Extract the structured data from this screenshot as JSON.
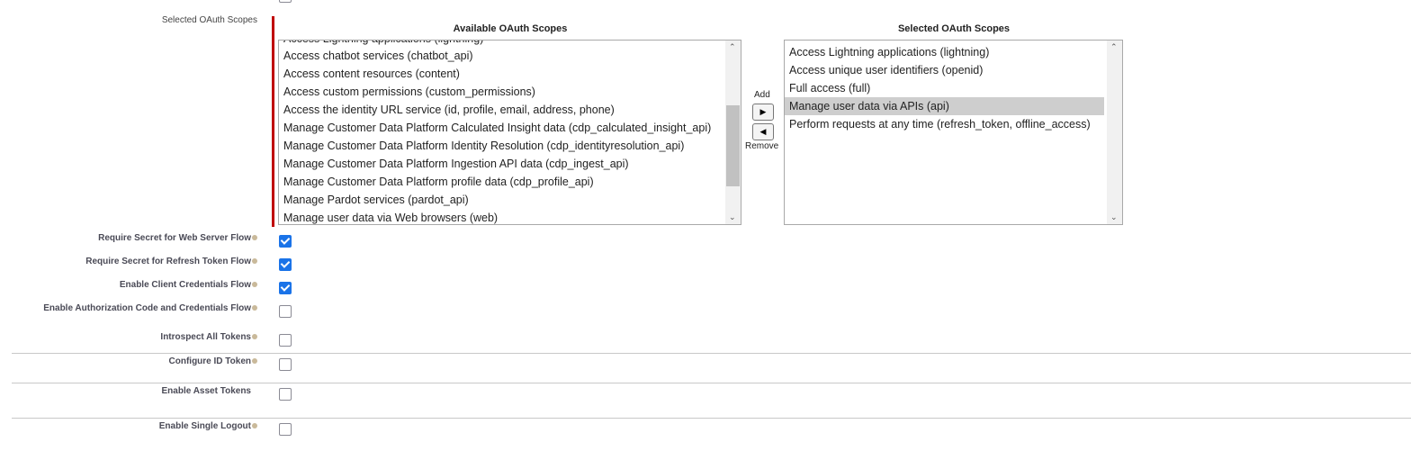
{
  "scopes": {
    "field_label": "Selected OAuth Scopes",
    "available_header": "Available OAuth Scopes",
    "selected_header": "Selected OAuth Scopes",
    "available": [
      "Access chatbot services (chatbot_api)",
      "Access content resources (content)",
      "Access custom permissions (custom_permissions)",
      "Access the identity URL service (id, profile, email, address, phone)",
      "Manage Customer Data Platform Calculated Insight data (cdp_calculated_insight_api)",
      "Manage Customer Data Platform Identity Resolution (cdp_identityresolution_api)",
      "Manage Customer Data Platform Ingestion API data (cdp_ingest_api)",
      "Manage Customer Data Platform profile data (cdp_profile_api)",
      "Manage Pardot services (pardot_api)",
      "Manage user data via Web browsers (web)"
    ],
    "selected": [
      "Access Lightning applications (lightning)",
      "Access unique user identifiers (openid)",
      "Full access (full)",
      "Manage user data via APIs (api)",
      "Perform requests at any time (refresh_token, offline_access)"
    ],
    "highlighted_selected": "Manage user data via APIs (api)",
    "add_label": "Add",
    "remove_label": "Remove"
  },
  "options": [
    {
      "label": "Require Secret for Web Server Flow",
      "checked": true,
      "help": true
    },
    {
      "label": "Require Secret for Refresh Token Flow",
      "checked": true,
      "help": true
    },
    {
      "label": "Enable Client Credentials Flow",
      "checked": true,
      "help": true
    },
    {
      "label": "Enable Authorization Code and Credentials Flow",
      "checked": false,
      "help": true
    },
    {
      "label": "Introspect All Tokens",
      "checked": false,
      "help": true
    },
    {
      "label": "Configure ID Token",
      "checked": false,
      "help": true
    },
    {
      "label": "Enable Asset Tokens",
      "checked": false,
      "help": false
    },
    {
      "label": "Enable Single Logout",
      "checked": false,
      "help": true
    }
  ],
  "colors": {
    "required_bar": "#c00000",
    "checkbox_checked": "#1a73e8",
    "selection": "#cecece"
  }
}
